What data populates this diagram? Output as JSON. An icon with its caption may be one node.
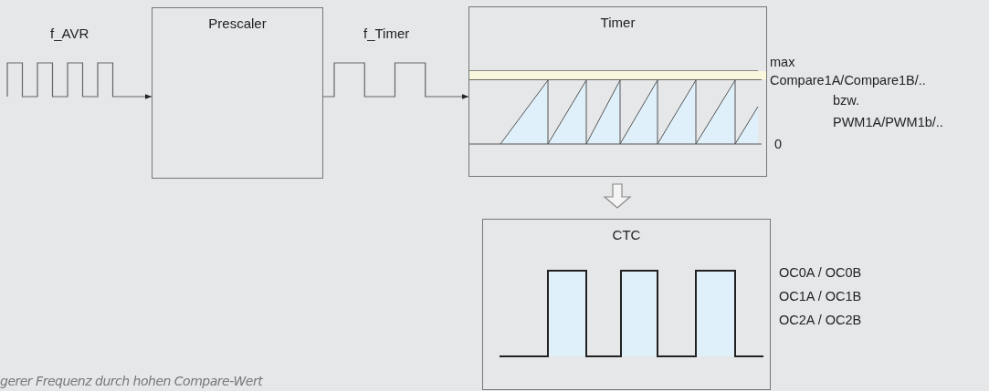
{
  "diagram": {
    "caption": "gerer Frequenz durch hohen Compare-Wert",
    "nodes": [
      {
        "text": [
          "Prescaler"
        ]
      },
      {
        "text": [
          "Timer"
        ]
      },
      {
        "text": [
          "CTC"
        ]
      }
    ],
    "edges": [
      {
        "from": null,
        "to": 0,
        "arrow": "to",
        "label": "f_AVR"
      },
      {
        "from": 0,
        "to": 1,
        "arrow": "to",
        "label": "f_Timer"
      },
      {
        "from": 1,
        "to": 2,
        "arrow": "to"
      }
    ],
    "labels": [
      "max",
      "Compare1A/Compare1B/..",
      "bzw.",
      "PWM1A/PWM1b/..",
      "0",
      "OC0A / OC0B",
      "OC1A / OC1B",
      "OC2A / OC2B"
    ]
  }
}
